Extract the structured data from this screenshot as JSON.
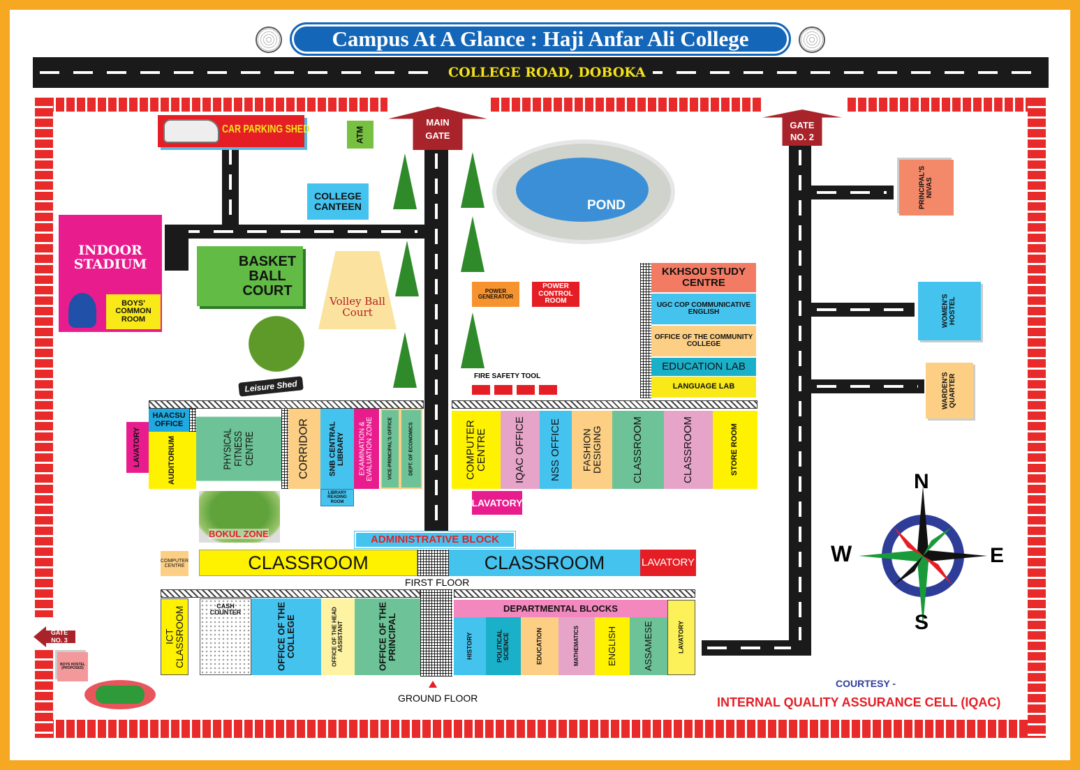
{
  "title": "Campus At A Glance : Haji Anfar Ali College",
  "road": "COLLEGE ROAD, DOBOKA",
  "gates": {
    "main": "MAIN GATE",
    "gate2": "GATE NO. 2",
    "gate3": "GATE NO. 3"
  },
  "places": {
    "car_parking": "CAR PARKING SHED",
    "atm": "ATM",
    "canteen": "COLLEGE CANTEEN",
    "indoor_stadium": "INDOOR STADIUM",
    "boys_common_room": "BOYS' COMMON ROOM",
    "basketball": "BASKET BALL COURT",
    "volleyball": "Volley Ball Court",
    "leisure_shed": "Leisure Shed",
    "pond": "POND",
    "power_generator": "POWER GENERATOR",
    "power_control": "POWER CONTROL ROOM",
    "fire_safety": "FIRE SAFETY TOOL",
    "principals_nivas": "PRINCIPAL'S NIVAS",
    "womens_hostel": "WOMEN'S HOSTEL",
    "wardens_quarter": "WARDEN'S QUARTER",
    "kkhsou": "KKHSOU STUDY CENTRE",
    "ugc": "UGC COP COMMUNICATIVE ENGLISH",
    "community_college": "OFFICE OF THE COMMUNITY COLLEGE",
    "education_lab": "EDUCATION LAB",
    "language_lab": "LANGUAGE LAB",
    "boys_hostel": "BOYS HOSTEL (PROPOSED)",
    "bokul_zone": "BOKUL ZONE",
    "computer_centre_small": "COMPUTER CENTRE"
  },
  "left_block": {
    "lavatory": "LAVATORY",
    "haacsu": "HAACSU OFFICE",
    "auditorium": "AUDITORIUM",
    "fitness": "PHYSICAL FITNESS CENTRE",
    "corridor": "CORRIDOR",
    "library": "SNB CENTRAL LIBRARY",
    "reading_room": "LIBRARY READING ROOM",
    "exam": "EXAMINATION & EVALUATION ZONE",
    "vice_principal": "VICE-PRINCIPAL'S OFFICE",
    "economics": "DEPT. OF ECONOMICS"
  },
  "right_block": {
    "computer_centre": "COMPUTER CENTRE",
    "iqac": "IQAC OFFICE",
    "nss": "NSS OFFICE",
    "fashion": "FASHION DESIGING",
    "classroom1": "CLASSROOM",
    "classroom2": "CLASSROOM",
    "store": "STORE ROOM",
    "lavatory": "LAVATORY"
  },
  "admin": {
    "title": "ADMINISTRATIVE BLOCK",
    "classroom_left": "CLASSROOM",
    "classroom_right": "CLASSROOM",
    "lavatory": "LAVATORY",
    "first_floor": "FIRST FLOOR",
    "ground_floor": "GROUND FLOOR",
    "ict": "ICT CLASSROOM",
    "cash": "CASH COUNTER",
    "office_college": "OFFICE OF THE COLLEGE",
    "head_assistant": "OFFICE OF THE HEAD ASSISTANT",
    "principal": "OFFICE OF THE PRINCIPAL",
    "departmental": "DEPARTMENTAL BLOCKS",
    "depts": [
      "HISTORY",
      "POLITICAL SCIENCE",
      "EDUCATION",
      "MATHEMATICS",
      "ENGLISH",
      "ASSAMESE",
      "LAVATORY"
    ]
  },
  "compass": {
    "n": "N",
    "s": "S",
    "e": "E",
    "w": "W"
  },
  "courtesy": "COURTESY -",
  "iqac": "INTERNAL QUALITY ASSURANCE CELL (IQAC)"
}
